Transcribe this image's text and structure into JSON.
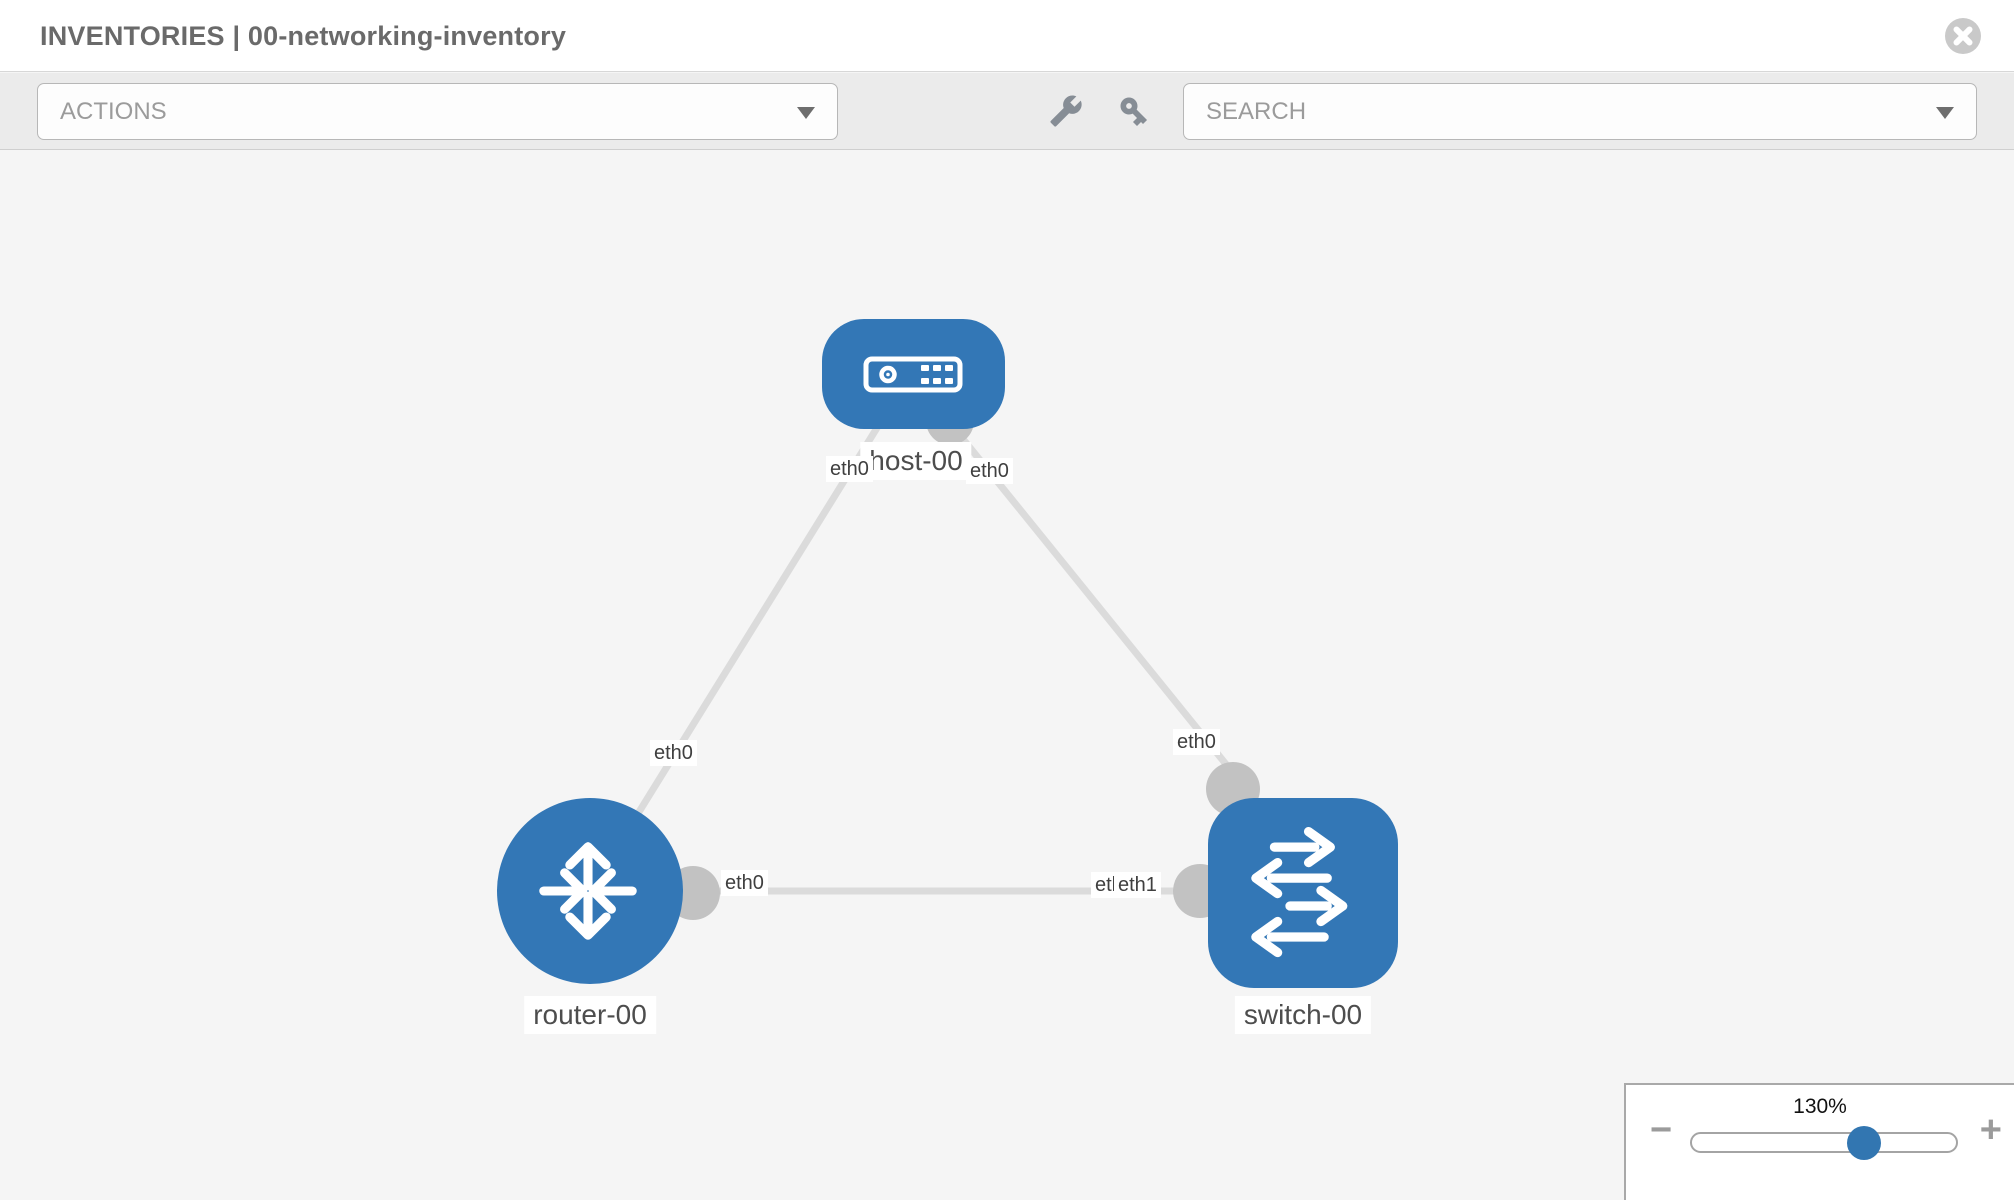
{
  "header": {
    "title": "INVENTORIES | 00-networking-inventory",
    "close_icon": "circle-x"
  },
  "toolbar": {
    "actions_label": "ACTIONS",
    "search_label": "SEARCH",
    "wrench_icon": "wrench",
    "key_icon": "key",
    "caret_icon": "chevron-down"
  },
  "topology": {
    "nodes": [
      {
        "name": "host-00",
        "type": "host"
      },
      {
        "name": "router-00",
        "type": "router"
      },
      {
        "name": "switch-00",
        "type": "switch"
      }
    ],
    "links": [
      {
        "from": "host-00",
        "from_interface": "eth0",
        "to": "router-00",
        "to_interface": "eth0"
      },
      {
        "from": "host-00",
        "from_interface": "eth0",
        "to": "switch-00",
        "to_interface": "eth0"
      },
      {
        "from": "router-00",
        "from_interface": "eth0",
        "to": "switch-00",
        "to_interface": "eth1"
      }
    ],
    "labels": {
      "host": "host-00",
      "router": "router-00",
      "switch": "switch-00",
      "l1_host_end": "eth0",
      "l1_router_end": "eth0",
      "l2_host_end": "eth0",
      "l2_switch_end": "eth0",
      "l3_router_end": "eth0",
      "l3_switch_end_under": "eth0",
      "l3_switch_end": "eth1"
    }
  },
  "zoom_control": {
    "level": "130%",
    "minus": "−",
    "plus": "+"
  },
  "colors": {
    "node_blue": "#3377b6",
    "link_gray": "#dbdbdb",
    "port_gray": "#c2c2c2",
    "knob_blue": "#3276b1"
  }
}
